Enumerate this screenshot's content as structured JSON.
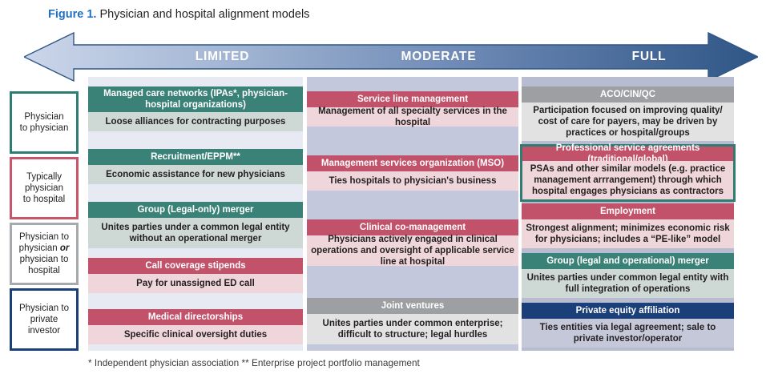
{
  "figure": {
    "label": "Figure 1.",
    "title": " Physician and hospital alignment models"
  },
  "colors": {
    "accent_title": "#1f6fc4",
    "teal": "#3a8278",
    "red": "#c2516a",
    "gray": "#9d9fa2",
    "navy": "#1b3f78",
    "arrow_light": "#ccd6ea",
    "arrow_dark": "#2f5686"
  },
  "arrow": {
    "stages": [
      {
        "label": "LIMITED"
      },
      {
        "label": "MODERATE"
      },
      {
        "label": "FULL"
      }
    ]
  },
  "categories": [
    {
      "line1": "Physician",
      "line2": "to physician",
      "color": "#2f7d72"
    },
    {
      "line1": "Typically",
      "line2": "physician",
      "line3": "to hospital",
      "color": "#c9556a"
    },
    {
      "line1": "Physician to",
      "line2_pre": "physician ",
      "line2_em": "or",
      "line3": "physician to",
      "line4": "hospital",
      "color": "#a7a9ac"
    },
    {
      "line1": "Physician to",
      "line2": "private",
      "line3": "investor",
      "color": "#1b3f78"
    }
  ],
  "columns": {
    "limited": {
      "stage": "LIMITED",
      "items": [
        {
          "header": "Managed care networks (IPAs*, physician-hospital organizations)",
          "body": "Loose alliances for contracting purposes",
          "theme": "teal"
        },
        {
          "header": "Recruitment/EPPM**",
          "body": "Economic assistance for new physicians",
          "theme": "teal"
        },
        {
          "header": "Group (Legal-only) merger",
          "body": "Unites parties under a common legal entity without an operational merger",
          "theme": "teal"
        },
        {
          "header": "Call coverage stipends",
          "body": "Pay for unassigned ED call",
          "theme": "red"
        },
        {
          "header": "Medical directorships",
          "body": "Specific clinical oversight duties",
          "theme": "red"
        }
      ]
    },
    "moderate": {
      "stage": "MODERATE",
      "items": [
        {
          "header": "Service line management",
          "body": "Management of all specialty services in the hospital",
          "theme": "red"
        },
        {
          "header": "Management services organization (MSO)",
          "body": "Ties hospitals to physician's business",
          "theme": "red"
        },
        {
          "header": "Clinical co-management",
          "body": "Physicians actively engaged in clinical operations and oversight of applicable service line at hospital",
          "theme": "red"
        },
        {
          "header": "Joint ventures",
          "body": "Unites parties under common enterprise; difficult to structure; legal hurdles",
          "theme": "gray"
        }
      ]
    },
    "full": {
      "stage": "FULL",
      "items": [
        {
          "header": "ACO/CIN/QC",
          "body": "Participation focused on improving quality/ cost of care for payers, may be driven by practices or hospital/groups",
          "theme": "gray"
        },
        {
          "header": "Professional service agreements (traditional/global)",
          "body": "PSAs and other similar models (e.g. practice management arrrangement) through which hospital engages physicians as contractors",
          "theme": "red",
          "outlined": true
        },
        {
          "header": "Employment",
          "body": "Strongest alignment; minimizes economic risk for physicians; includes a “PE-like” model",
          "theme": "red"
        },
        {
          "header": "Group (legal and operational) merger",
          "body": "Unites parties under common legal entity with full integration of operations",
          "theme": "teal"
        },
        {
          "header": "Private equity affiliation",
          "body": "Ties entities via legal agreement; sale to private investor/operator",
          "theme": "navy"
        }
      ]
    }
  },
  "footnote": "* Independent physician association  ** Enterprise project portfolio management"
}
